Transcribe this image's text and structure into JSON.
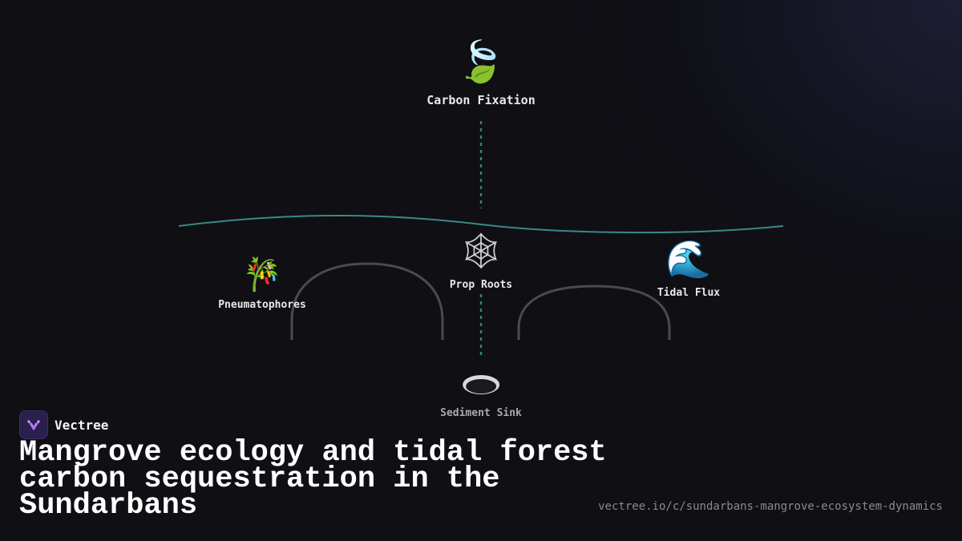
{
  "diagram": {
    "nodes": {
      "carbon": {
        "label": "Carbon Fixation",
        "icon": "leaf-icon"
      },
      "prop": {
        "label": "Prop Roots",
        "icon": "web-icon"
      },
      "pneu": {
        "label": "Pneumatophores",
        "icon": "bamboo-icon"
      },
      "tidal": {
        "label": "Tidal Flux",
        "icon": "wave-icon"
      },
      "sink": {
        "label": "Sediment Sink",
        "icon": "hole-icon"
      }
    },
    "colors": {
      "connector": "#2e8b57",
      "waterline": "#3a8a86",
      "arch": "#4a4a50"
    }
  },
  "brand": {
    "name": "Vectree"
  },
  "title": "Mangrove ecology and tidal forest carbon sequestration in the Sundarbans",
  "url": "vectree.io/c/sundarbans-mangrove-ecosystem-dynamics"
}
